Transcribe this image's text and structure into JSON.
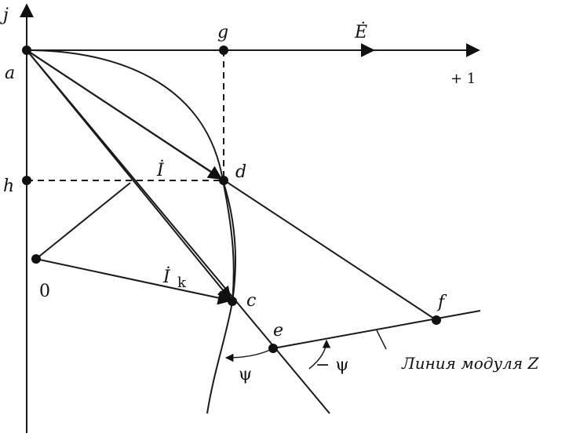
{
  "axes": {
    "vertical_label": "j",
    "horizontal_label": "+ 1",
    "e_vector_label": "Ė"
  },
  "points": {
    "a": "a",
    "g": "g",
    "h": "h",
    "d": "d",
    "zero": "0",
    "c": "c",
    "e": "e",
    "f": "f"
  },
  "vectors": {
    "current_label": "İ",
    "short_circuit_label": "İ",
    "short_circuit_sub": "k"
  },
  "angles": {
    "psi": "ψ",
    "minus_psi": "− ψ"
  },
  "caption": "Линия модуля Z"
}
